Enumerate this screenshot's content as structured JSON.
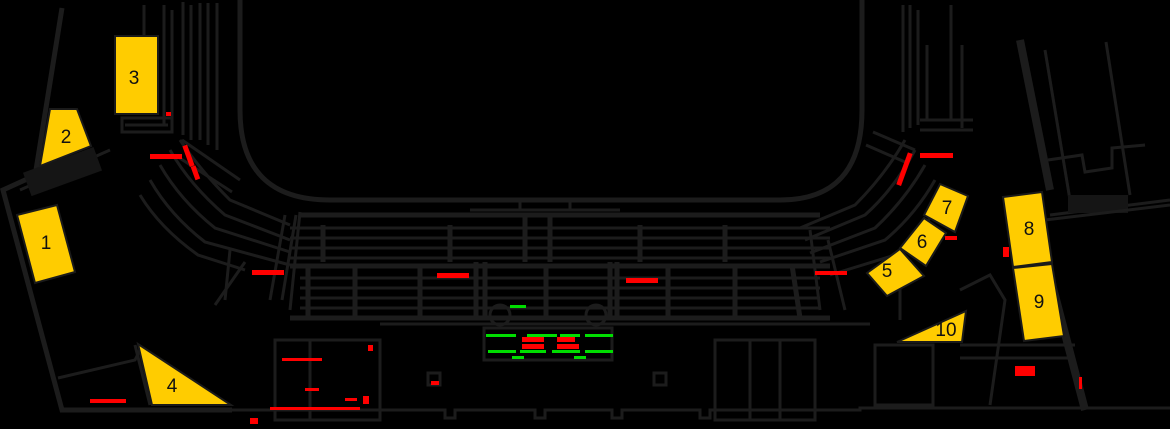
{
  "plan": {
    "background": "#000000",
    "line_color": "#1c1c1c",
    "zone_color": "#ffcc00",
    "marker_red": "#ff0000",
    "marker_green": "#00dd00"
  },
  "zones": [
    {
      "id": "1",
      "label": "1"
    },
    {
      "id": "2",
      "label": "2"
    },
    {
      "id": "3",
      "label": "3"
    },
    {
      "id": "4",
      "label": "4"
    },
    {
      "id": "5",
      "label": "5"
    },
    {
      "id": "6",
      "label": "6"
    },
    {
      "id": "7",
      "label": "7"
    },
    {
      "id": "8",
      "label": "8"
    },
    {
      "id": "9",
      "label": "9"
    },
    {
      "id": "10",
      "label": "10"
    }
  ]
}
